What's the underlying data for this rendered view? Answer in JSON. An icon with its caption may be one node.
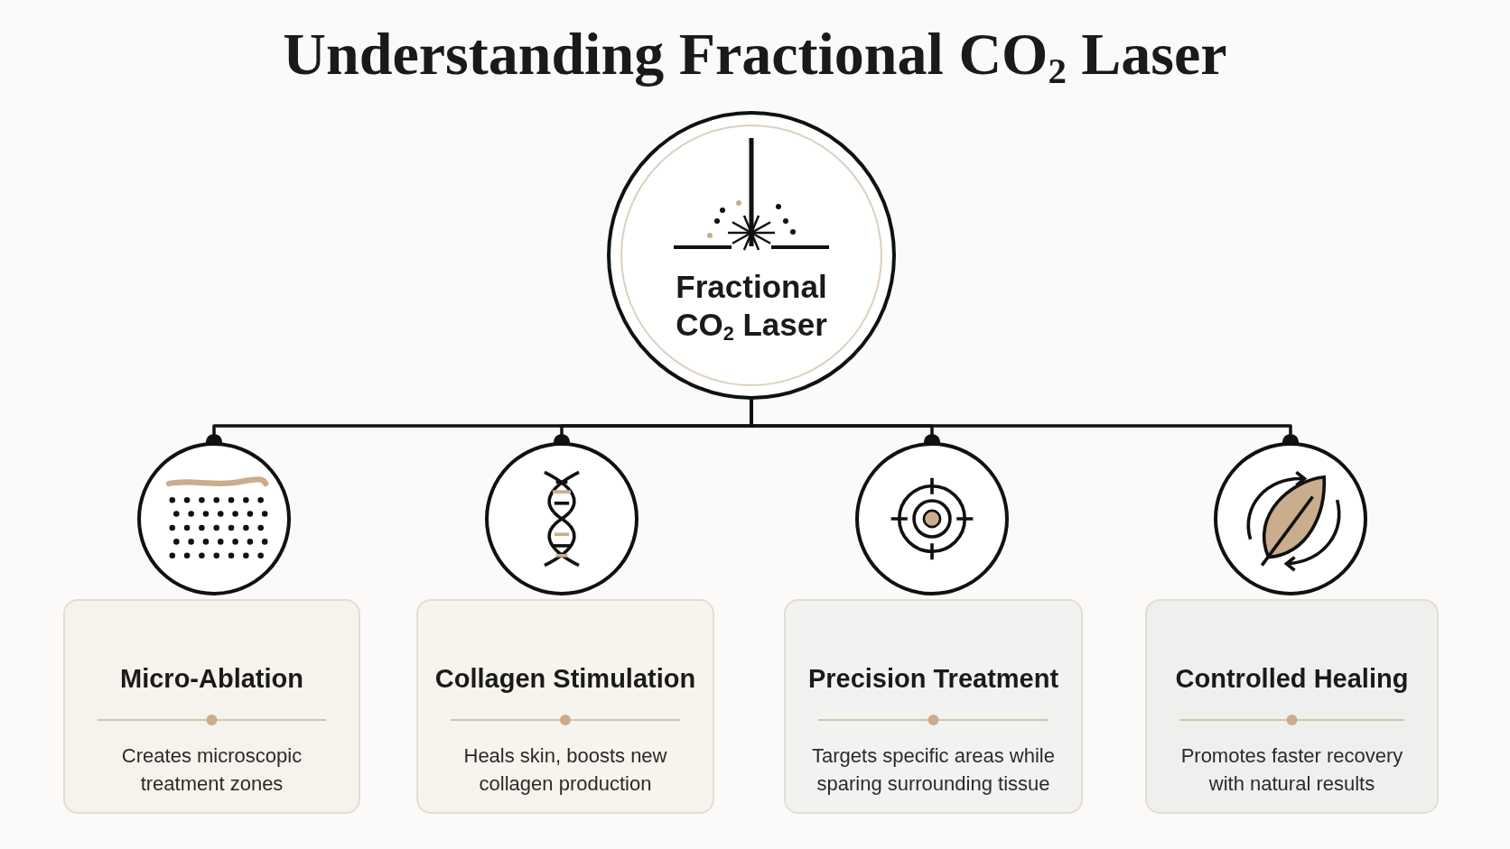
{
  "diagram": {
    "title": "Understanding Fractional CO$_{2}$ Laser",
    "nodes": [
      {
        "text": [
          "Fractional CO$_{2}$ Laser"
        ]
      },
      {
        "text": [
          "Micro-Ablation",
          "Creates microscopic treatment zones"
        ]
      },
      {
        "text": [
          "Collagen Stimulation",
          "Heals skin, boosts new collagen production"
        ]
      },
      {
        "text": [
          "Precision Treatment",
          "Targets specific areas while sparing surrounding tissue"
        ]
      },
      {
        "text": [
          "Controlled Healing",
          "Promotes faster recovery with natural results"
        ]
      },
      {
        "text": [],
        "shape": "circle"
      },
      {
        "text": [],
        "shape": "circle"
      },
      {
        "text": [],
        "shape": "circle"
      },
      {
        "text": [],
        "shape": "circle"
      }
    ],
    "edges": [
      {
        "from": 0,
        "to": 5,
        "arrow": "other"
      },
      {
        "from": 0,
        "to": 6,
        "arrow": "other"
      },
      {
        "from": 0,
        "to": 7,
        "arrow": "other"
      },
      {
        "from": 0,
        "to": 8,
        "arrow": "other"
      }
    ]
  }
}
